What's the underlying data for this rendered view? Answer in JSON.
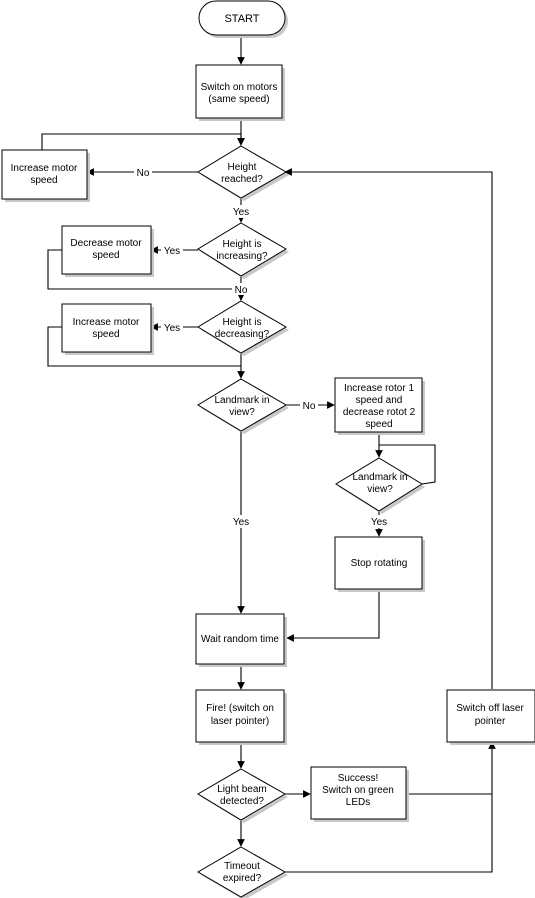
{
  "flowchart": {
    "nodes": {
      "start": "START",
      "switch_on_motors": [
        "Switch on motors",
        "(same speed)"
      ],
      "height_reached": [
        "Height",
        "reached?"
      ],
      "increase_motor_speed_1": [
        "Increase motor",
        "speed"
      ],
      "height_increasing": [
        "Height is",
        "increasing?"
      ],
      "decrease_motor_speed": [
        "Decrease motor",
        "speed"
      ],
      "height_decreasing": [
        "Height is",
        "decreasing?"
      ],
      "increase_motor_speed_2": [
        "Increase motor",
        "speed"
      ],
      "landmark_in_view_1": [
        "Landmark in",
        "view?"
      ],
      "increase_rotor": [
        "Increase rotor 1",
        "speed and",
        "decrease rotot 2",
        "speed"
      ],
      "landmark_in_view_2": [
        "Landmark in",
        "view?"
      ],
      "stop_rotating": [
        "Stop rotating"
      ],
      "wait_random_time": [
        "Wait random time"
      ],
      "fire": [
        "Fire! (switch on",
        "laser pointer)"
      ],
      "light_beam_detected": [
        "Light beam",
        "detected?"
      ],
      "success": [
        "Success!",
        "Switch on green",
        "LEDs"
      ],
      "switch_off_laser": [
        "Switch off laser",
        "pointer"
      ],
      "timeout_expired": [
        "Timeout",
        "expired?"
      ]
    },
    "edge_labels": {
      "height_reached_no": "No",
      "height_reached_yes": "Yes",
      "height_increasing_yes": "Yes",
      "height_increasing_no": "No",
      "height_decreasing_yes": "Yes",
      "landmark_1_no": "No",
      "landmark_1_yes": "Yes",
      "landmark_2_yes": "Yes"
    }
  }
}
